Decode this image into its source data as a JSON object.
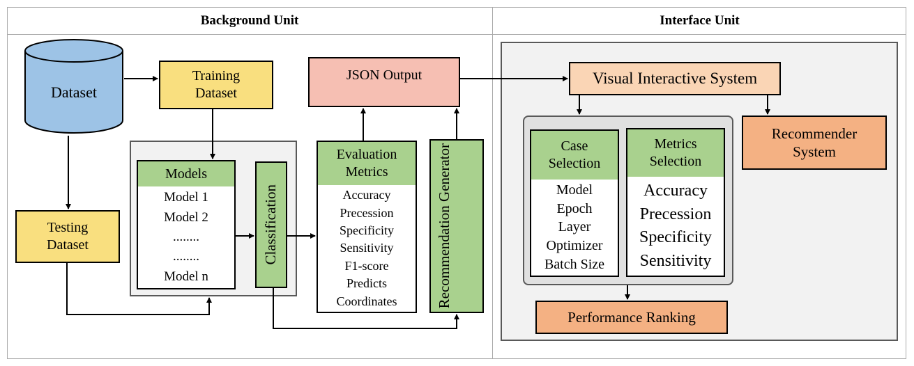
{
  "headers": {
    "background_unit": "Background Unit",
    "interface_unit": "Interface Unit"
  },
  "dataset": "Dataset",
  "training_dataset": "Training Dataset",
  "testing_dataset": "Testing Dataset",
  "models": {
    "title": "Models",
    "items": [
      "Model 1",
      "Model 2",
      "........",
      "........",
      "Model n"
    ]
  },
  "classification": "Classification",
  "evaluation": {
    "title": "Evaluation Metrics",
    "items": [
      "Accuracy",
      "Precession",
      "Specificity",
      "Sensitivity",
      "F1-score",
      "Predicts",
      "Coordinates"
    ]
  },
  "json_output": "JSON Output",
  "recommendation_generator": "Recommendation Generator",
  "visual_interactive_system": "Visual Interactive System",
  "recommender_system": "Recommender System",
  "case_selection": {
    "title": "Case Selection",
    "items": [
      "Model",
      "Epoch",
      "Layer",
      "Optimizer",
      "Batch Size"
    ]
  },
  "metrics_selection": {
    "title": "Metrics Selection",
    "items": [
      "Accuracy",
      "Precession",
      "Specificity",
      "Sensitivity"
    ]
  },
  "performance_ranking": "Performance Ranking",
  "colors": {
    "yellow": "#f9df7f",
    "blue": "#9dc3e6",
    "green": "#a9d18e",
    "pink": "#f6bfb3",
    "peach": "#fad5b5",
    "orange": "#f4b183",
    "grey_panel": "#f2f2f2"
  }
}
